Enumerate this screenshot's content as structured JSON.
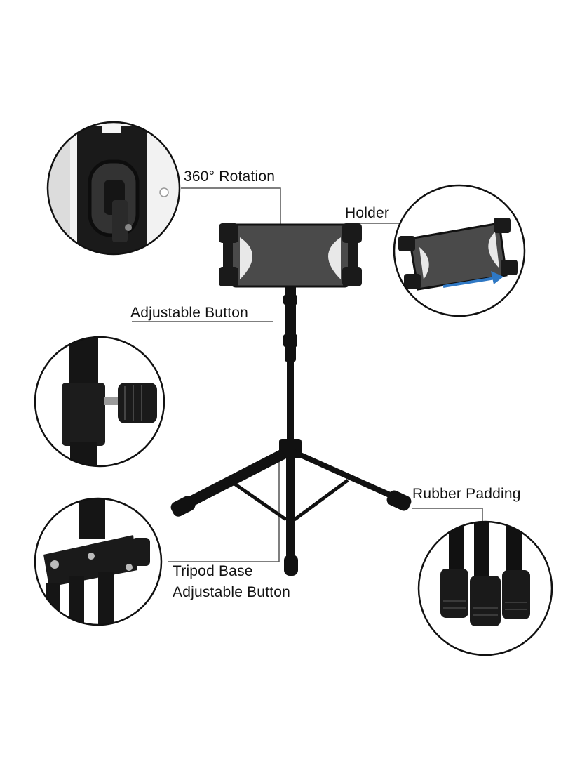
{
  "labels": {
    "rotation": "360° Rotation",
    "holder": "Holder",
    "adjustable_button": "Adjustable Button",
    "rubber_padding": "Rubber Padding",
    "tripod_base_line1": "Tripod Base",
    "tripod_base_line2": "Adjustable Button"
  },
  "colors": {
    "background": "#ffffff",
    "stand": "#111111",
    "holder_plate": "#4a4a4a",
    "arrow": "#2f78c4",
    "leader_line": "#555555"
  }
}
